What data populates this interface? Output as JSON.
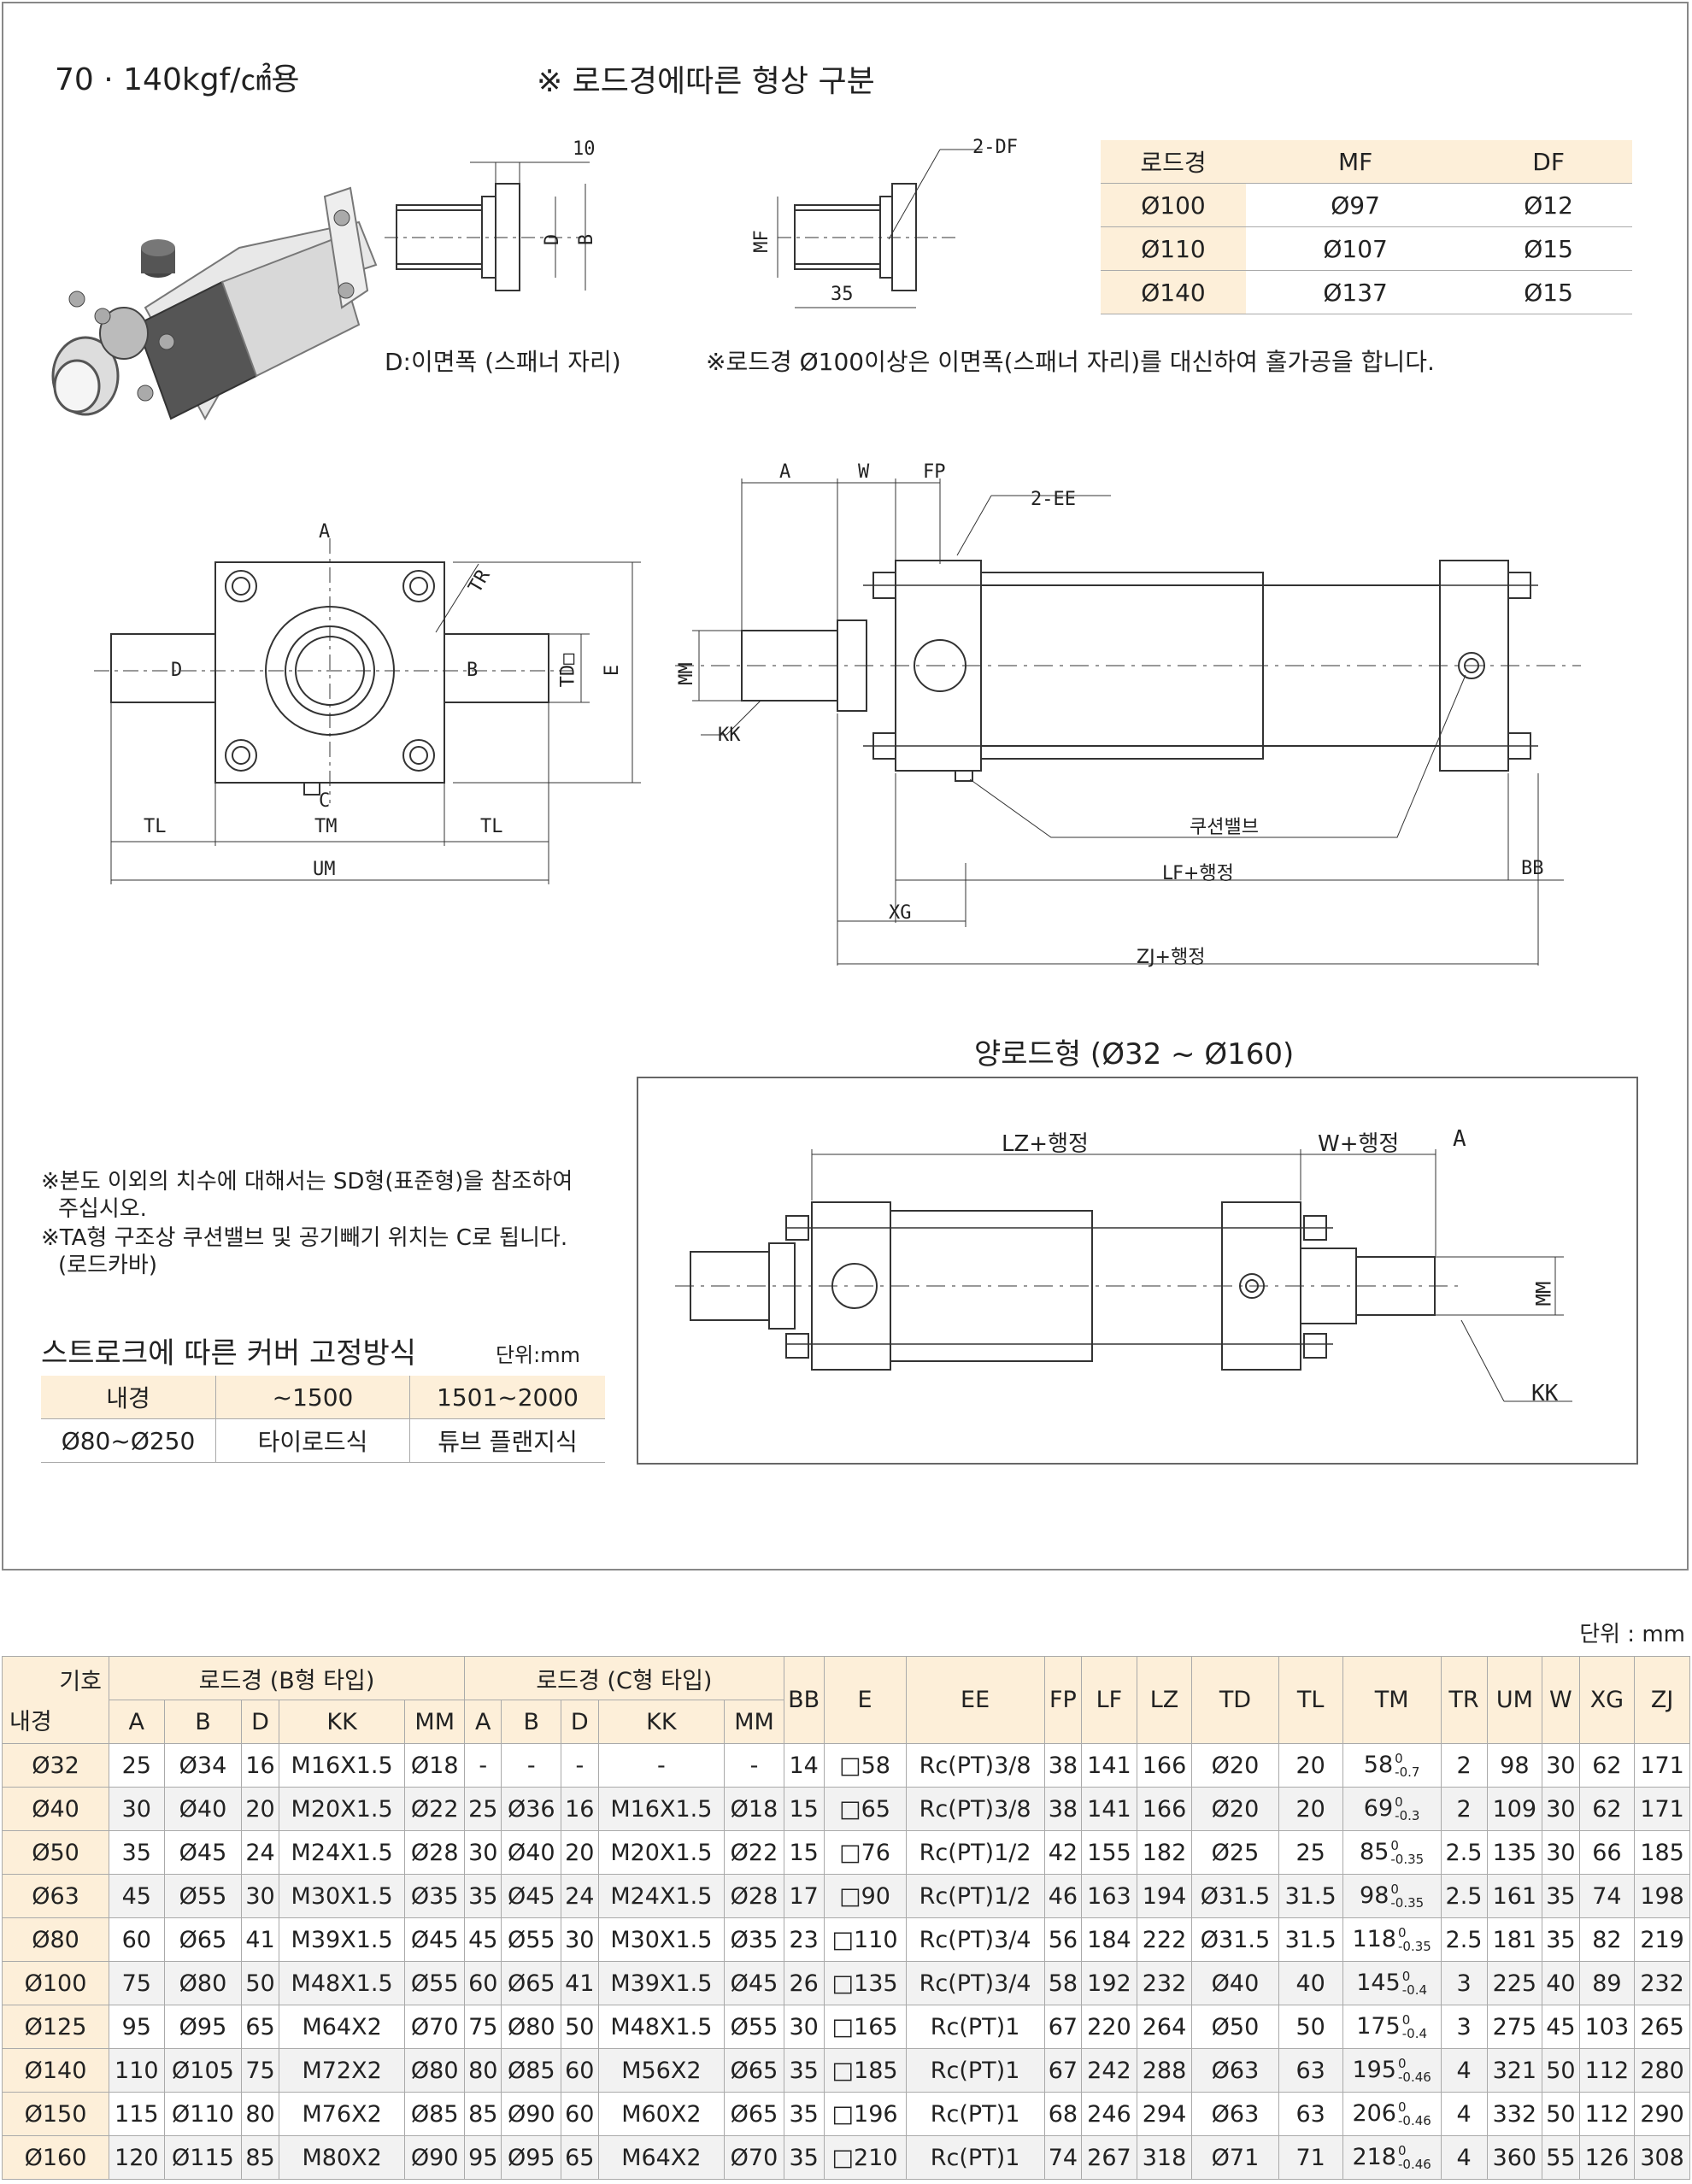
{
  "header": {
    "pressure_title": "70 · 140kgf/㎠용",
    "shape_title": "※ 로드경에따른 형상 구분"
  },
  "rod_detail": {
    "dim_10": "10",
    "label_d": "D",
    "label_b": "B",
    "caption": "D:이면폭 (스패너 자리)",
    "label_2df": "2-DF",
    "label_mf": "MF",
    "dim_35": "35",
    "note": "※로드경 Ø100이상은 이면폭(스패너 자리)를 대신하여 홀가공을 합니다."
  },
  "mf_table": {
    "headers": [
      "로드경",
      "MF",
      "DF"
    ],
    "rows": [
      [
        "Ø100",
        "Ø97",
        "Ø12"
      ],
      [
        "Ø110",
        "Ø107",
        "Ø15"
      ],
      [
        "Ø140",
        "Ø137",
        "Ø15"
      ]
    ]
  },
  "front_view": {
    "mark_a": "A",
    "mark_b": "B",
    "mark_c": "C",
    "mark_d": "D",
    "tr": "TR",
    "td": "TD□",
    "e": "E",
    "tl": "TL",
    "tm": "TM",
    "um": "UM"
  },
  "side_view": {
    "a": "A",
    "w": "W",
    "fp": "FP",
    "ee": "2-EE",
    "mm": "MM",
    "kk": "KK",
    "cushion": "쿠션밸브",
    "lf": "LF+행정",
    "bb": "BB",
    "xg": "XG",
    "zj": "ZJ+행정"
  },
  "double_rod": {
    "title": "양로드형 (Ø32 ~ Ø160)",
    "lz": "LZ+행정",
    "w": "W+행정",
    "a": "A",
    "mm": "MM",
    "kk": "KK"
  },
  "notes": {
    "line1": "※본도 이외의 치수에 대해서는 SD형(표준형)을 참조하여",
    "line2": "주십시오.",
    "line3": "※TA형 구조상 쿠션밸브 및 공기빼기 위치는 C로 됩니다.",
    "line4": "(로드카바)"
  },
  "cover_table": {
    "title": "스트로크에 따른 커버 고정방식",
    "unit": "단위:mm",
    "headers": [
      "내경",
      "~1500",
      "1501~2000"
    ],
    "row": [
      "Ø80~Ø250",
      "타이로드식",
      "튜브 플랜지식"
    ]
  },
  "spec": {
    "unit": "단위 : mm",
    "corner_top": "기호",
    "corner_bottom": "내경",
    "group_b": "로드경 (B형 타입)",
    "group_c": "로드경 (C형 타입)",
    "sub_headers": [
      "A",
      "B",
      "D",
      "KK",
      "MM"
    ],
    "headers": [
      "BB",
      "E",
      "EE",
      "FP",
      "LF",
      "LZ",
      "TD",
      "TL",
      "TM",
      "TR",
      "UM",
      "W",
      "XG",
      "ZJ"
    ],
    "rows": [
      [
        "Ø32",
        "25",
        "Ø34",
        "16",
        "M16X1.5",
        "Ø18",
        "-",
        "-",
        "-",
        "-",
        "-",
        "14",
        "□58",
        "Rc(PT)3/8",
        "38",
        "141",
        "166",
        "Ø20",
        "20",
        "58",
        "0",
        "-0.7",
        "2",
        "98",
        "30",
        "62",
        "171"
      ],
      [
        "Ø40",
        "30",
        "Ø40",
        "20",
        "M20X1.5",
        "Ø22",
        "25",
        "Ø36",
        "16",
        "M16X1.5",
        "Ø18",
        "15",
        "□65",
        "Rc(PT)3/8",
        "38",
        "141",
        "166",
        "Ø20",
        "20",
        "69",
        "0",
        "-0.3",
        "2",
        "109",
        "30",
        "62",
        "171"
      ],
      [
        "Ø50",
        "35",
        "Ø45",
        "24",
        "M24X1.5",
        "Ø28",
        "30",
        "Ø40",
        "20",
        "M20X1.5",
        "Ø22",
        "15",
        "□76",
        "Rc(PT)1/2",
        "42",
        "155",
        "182",
        "Ø25",
        "25",
        "85",
        "0",
        "-0.35",
        "2.5",
        "135",
        "30",
        "66",
        "185"
      ],
      [
        "Ø63",
        "45",
        "Ø55",
        "30",
        "M30X1.5",
        "Ø35",
        "35",
        "Ø45",
        "24",
        "M24X1.5",
        "Ø28",
        "17",
        "□90",
        "Rc(PT)1/2",
        "46",
        "163",
        "194",
        "Ø31.5",
        "31.5",
        "98",
        "0",
        "-0.35",
        "2.5",
        "161",
        "35",
        "74",
        "198"
      ],
      [
        "Ø80",
        "60",
        "Ø65",
        "41",
        "M39X1.5",
        "Ø45",
        "45",
        "Ø55",
        "30",
        "M30X1.5",
        "Ø35",
        "23",
        "□110",
        "Rc(PT)3/4",
        "56",
        "184",
        "222",
        "Ø31.5",
        "31.5",
        "118",
        "0",
        "-0.35",
        "2.5",
        "181",
        "35",
        "82",
        "219"
      ],
      [
        "Ø100",
        "75",
        "Ø80",
        "50",
        "M48X1.5",
        "Ø55",
        "60",
        "Ø65",
        "41",
        "M39X1.5",
        "Ø45",
        "26",
        "□135",
        "Rc(PT)3/4",
        "58",
        "192",
        "232",
        "Ø40",
        "40",
        "145",
        "0",
        "-0.4",
        "3",
        "225",
        "40",
        "89",
        "232"
      ],
      [
        "Ø125",
        "95",
        "Ø95",
        "65",
        "M64X2",
        "Ø70",
        "75",
        "Ø80",
        "50",
        "M48X1.5",
        "Ø55",
        "30",
        "□165",
        "Rc(PT)1",
        "67",
        "220",
        "264",
        "Ø50",
        "50",
        "175",
        "0",
        "-0.4",
        "3",
        "275",
        "45",
        "103",
        "265"
      ],
      [
        "Ø140",
        "110",
        "Ø105",
        "75",
        "M72X2",
        "Ø80",
        "80",
        "Ø85",
        "60",
        "M56X2",
        "Ø65",
        "35",
        "□185",
        "Rc(PT)1",
        "67",
        "242",
        "288",
        "Ø63",
        "63",
        "195",
        "0",
        "-0.46",
        "4",
        "321",
        "50",
        "112",
        "280"
      ],
      [
        "Ø150",
        "115",
        "Ø110",
        "80",
        "M76X2",
        "Ø85",
        "85",
        "Ø90",
        "60",
        "M60X2",
        "Ø65",
        "35",
        "□196",
        "Rc(PT)1",
        "68",
        "246",
        "294",
        "Ø63",
        "63",
        "206",
        "0",
        "-0.46",
        "4",
        "332",
        "50",
        "112",
        "290"
      ],
      [
        "Ø160",
        "120",
        "Ø115",
        "85",
        "M80X2",
        "Ø90",
        "95",
        "Ø95",
        "65",
        "M64X2",
        "Ø70",
        "35",
        "□210",
        "Rc(PT)1",
        "74",
        "267",
        "318",
        "Ø71",
        "71",
        "218",
        "0",
        "-0.46",
        "4",
        "360",
        "55",
        "126",
        "308"
      ]
    ]
  }
}
